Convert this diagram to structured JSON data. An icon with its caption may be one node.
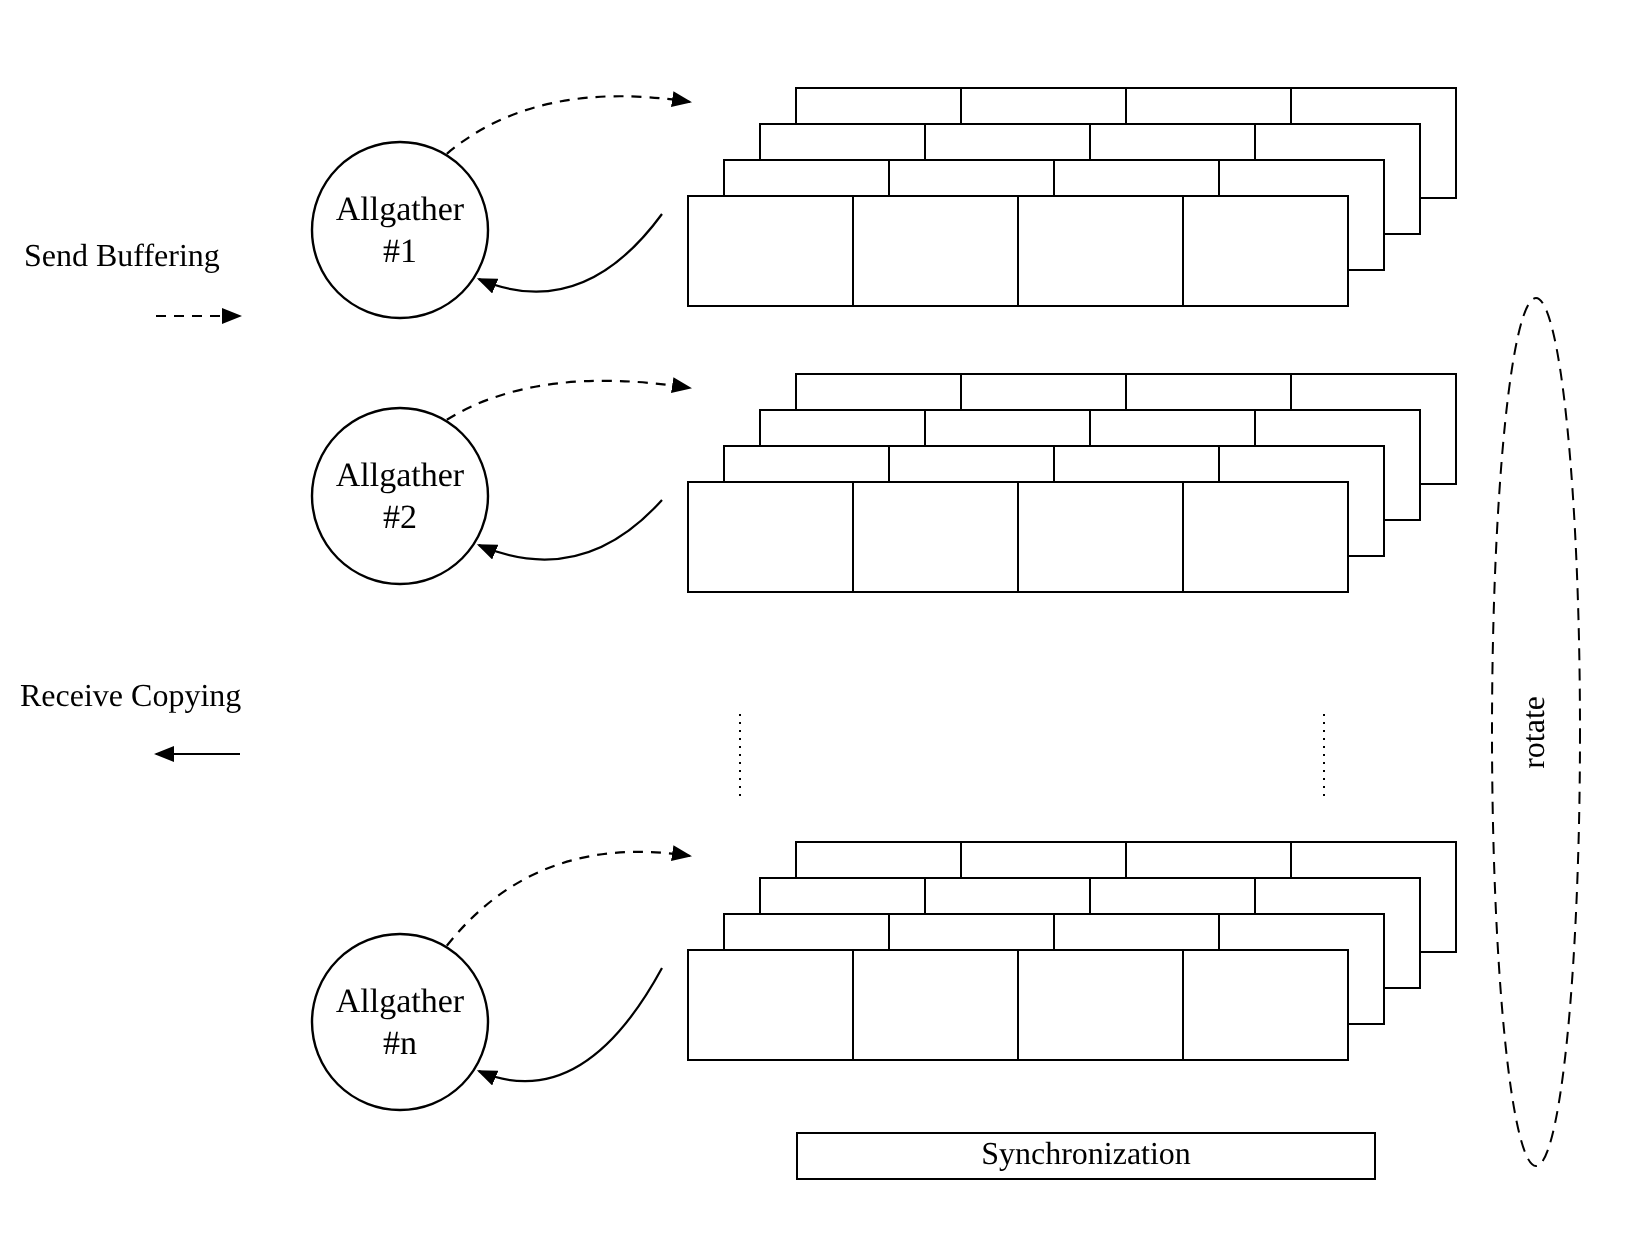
{
  "diagram": {
    "nodes": [
      {
        "text": [
          "Allgather #1"
        ]
      },
      {
        "text": [],
        "shape": "box"
      },
      {
        "text": [
          "Allgather #2"
        ]
      },
      {
        "text": [],
        "shape": "box"
      },
      {
        "text": [
          "Allgather #n"
        ]
      },
      {
        "text": [],
        "shape": "box"
      },
      {
        "text": [
          "rotate"
        ]
      },
      {
        "text": [
          "Synchronization"
        ]
      }
    ],
    "edges": [
      {
        "from": 0,
        "to": 1,
        "arrow": "to",
        "style": "dashed"
      },
      {
        "from": 1,
        "to": 0,
        "arrow": "to"
      },
      {
        "from": 2,
        "to": 3,
        "arrow": "to",
        "style": "dashed"
      },
      {
        "from": 3,
        "to": 2,
        "arrow": "to"
      },
      {
        "from": 4,
        "to": 5,
        "arrow": "to",
        "style": "dashed"
      },
      {
        "from": 5,
        "to": 4,
        "arrow": "to"
      }
    ],
    "legend": [
      {
        "text": "Send Buffering"
      },
      {
        "text": "Receive Copying"
      }
    ]
  }
}
